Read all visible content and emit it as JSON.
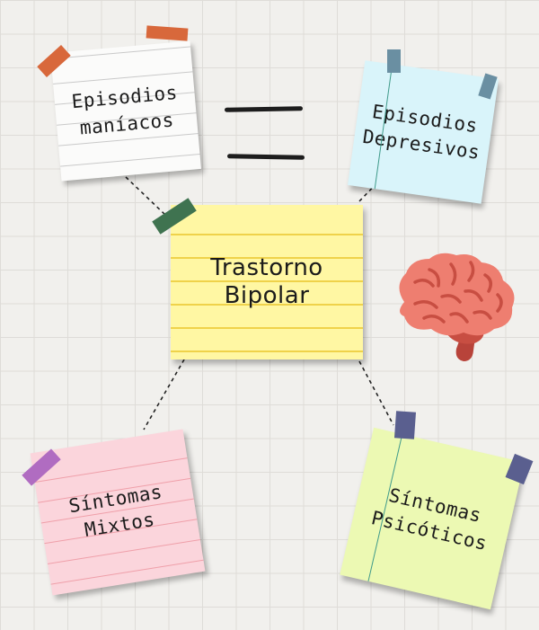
{
  "central": {
    "label_line1": "Trastorno",
    "label_line2": "Bipolar"
  },
  "notes": {
    "maniacos": {
      "line1": "Episodios",
      "line2": "maníacos"
    },
    "depresivos": {
      "line1": "Episodios",
      "line2": "Depresivos"
    },
    "mixtos": {
      "line1": "Síntomas",
      "line2": "Mixtos"
    },
    "psicoticos": {
      "line1": "Síntomas",
      "line2": "Psicóticos"
    }
  },
  "colors": {
    "tape_orange": "#d8683b",
    "tape_slate": "#6a8fa2",
    "tape_green": "#3f7350",
    "tape_purple": "#b06cc1",
    "tape_indigo": "#5a5f8f",
    "brain_pink": "#ee7e70",
    "brain_dark": "#c84e42"
  }
}
